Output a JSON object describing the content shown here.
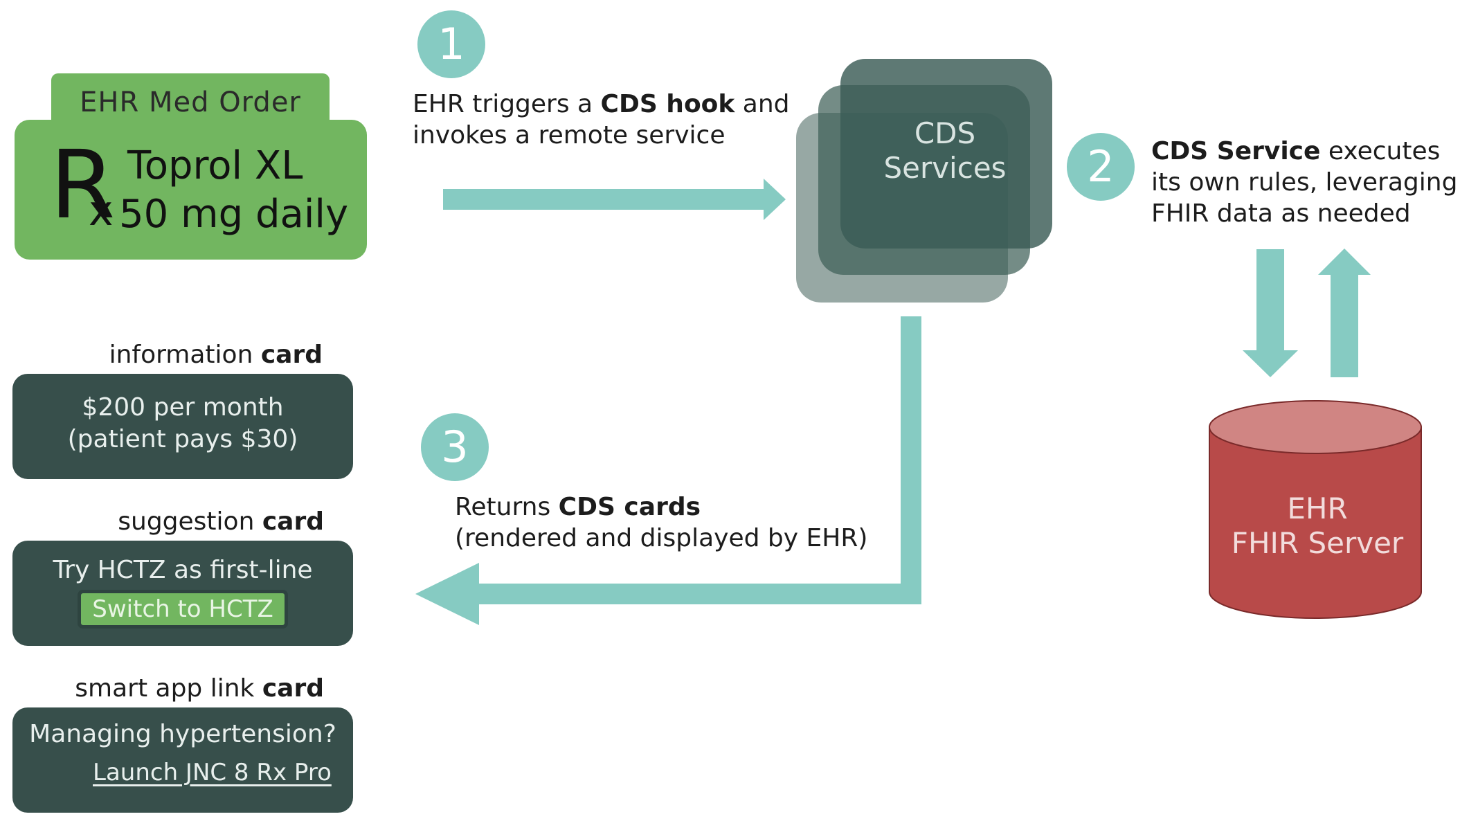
{
  "order": {
    "tab_label": "EHR Med Order",
    "rx_r": "R",
    "rx_x": "x",
    "drug_name": "Toprol XL",
    "dose": "50 mg daily"
  },
  "steps": [
    {
      "number": "1",
      "text_pre": "EHR triggers a ",
      "text_bold": "CDS hook",
      "text_post": " and",
      "line2": "invokes a remote service"
    },
    {
      "number": "2",
      "text_bold": "CDS Service",
      "text_post": " executes",
      "line2": "its own rules, leveraging",
      "line3": "FHIR data as needed"
    },
    {
      "number": "3",
      "text_pre": "Returns ",
      "text_bold": "CDS cards",
      "line2": "(rendered and displayed by EHR)"
    }
  ],
  "cds_services": {
    "label": "CDS\nServices"
  },
  "fhir_server": {
    "label": "EHR\nFHIR Server"
  },
  "cards": [
    {
      "type_label": "information",
      "card_word": "card",
      "line1": "$200 per month",
      "line2": "(patient pays $30)"
    },
    {
      "type_label": "suggestion",
      "card_word": "card",
      "line1": "Try HCTZ as first-line",
      "button": "Switch to HCTZ"
    },
    {
      "type_label": "smart app link",
      "card_word": "card",
      "line1": "Managing hypertension?",
      "link": "Launch JNC 8 Rx Pro"
    }
  ],
  "colors": {
    "order_green": "#72b660",
    "teal_arrow": "#86cbc2",
    "card_dark": "#374f4b",
    "cds_stack": "#3e5c56",
    "fhir_red": "#b84a49",
    "fhir_top": "#d08583"
  }
}
